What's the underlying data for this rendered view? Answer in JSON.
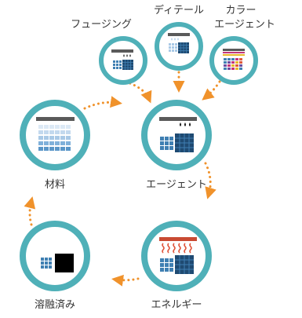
{
  "labels": {
    "fusing": "フュージング",
    "detail": "ディテール",
    "color_line1": "カラー",
    "color_line2": "エージェント",
    "agent": "エージェント",
    "material": "材料",
    "energy": "エネルギー",
    "fused": "溶融済み"
  },
  "colors": {
    "ring": "#4fb0b8",
    "arrow": "#f0922b",
    "bar": "#5a5a5a",
    "heat_bar": "#c94a32",
    "heat_wave": "#e0553c",
    "grid_dark": "#1f4a72",
    "grid_mid": "#3f7fb2",
    "grid_light": "#a9c9e6",
    "grid_pale": "#dce9f5",
    "black_block": "#000000",
    "drops": "#222222"
  },
  "icons": {
    "fusing": "fusing-agent-printer-icon",
    "detail": "detailing-agent-printer-icon",
    "color": "color-agent-printer-icon",
    "agent": "agent-dispensing-icon",
    "material": "powder-layer-icon",
    "energy": "heat-energy-icon",
    "fused": "fused-part-icon"
  }
}
